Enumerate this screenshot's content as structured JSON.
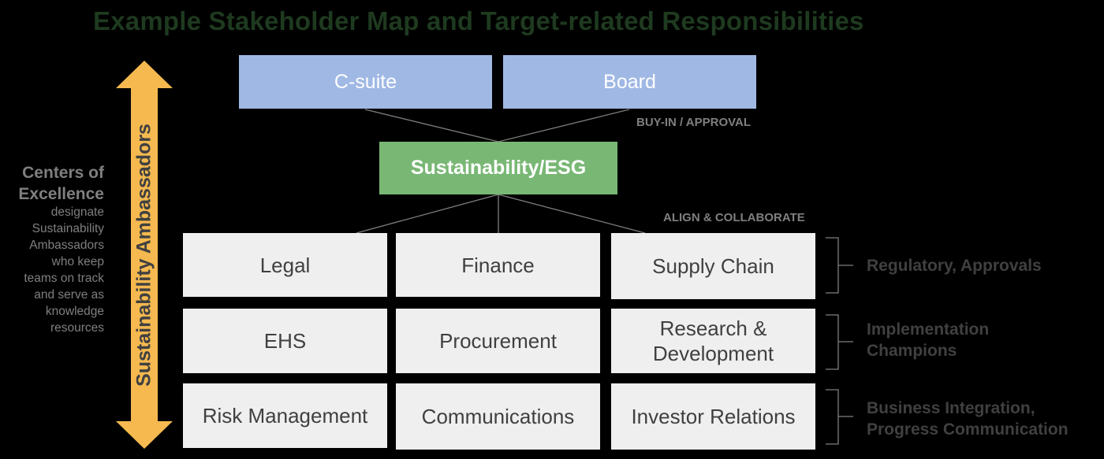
{
  "title": "Example Stakeholder Map and Target-related Responsibilities",
  "top_boxes": {
    "csuite": "C-suite",
    "board": "Board"
  },
  "buyin_label": "BUY-IN / APPROVAL",
  "esg_box": "Sustainability/ESG",
  "align_label": "ALIGN & COLLABORATE",
  "left_panel": {
    "coe_title_line1": "Centers of",
    "coe_title_line2": "Excellence",
    "desc_lines": [
      "designate",
      "Sustainability",
      "Ambassadors",
      "who keep",
      "teams on track",
      "and serve as",
      "knowledge",
      "resources"
    ]
  },
  "arrow_label": "Sustainability Ambassadors",
  "departments": {
    "row1": [
      "Legal",
      "Finance",
      "Supply Chain"
    ],
    "row2": [
      "EHS",
      "Procurement",
      "Research & Development"
    ],
    "row3": [
      "Risk Management",
      "Communications",
      "Investor Relations"
    ]
  },
  "responsibilities": {
    "row1": [
      "Regulatory, Approvals"
    ],
    "row2": [
      "Implementation",
      "Champions"
    ],
    "row3": [
      "Business Integration,",
      "Progress Communication"
    ]
  },
  "colors": {
    "background": "#000000",
    "title": "#1e3a1f",
    "top_box": "#a0b8e4",
    "esg_box": "#79b775",
    "dept_box": "#efefef",
    "arrow": "#f5b94f"
  }
}
